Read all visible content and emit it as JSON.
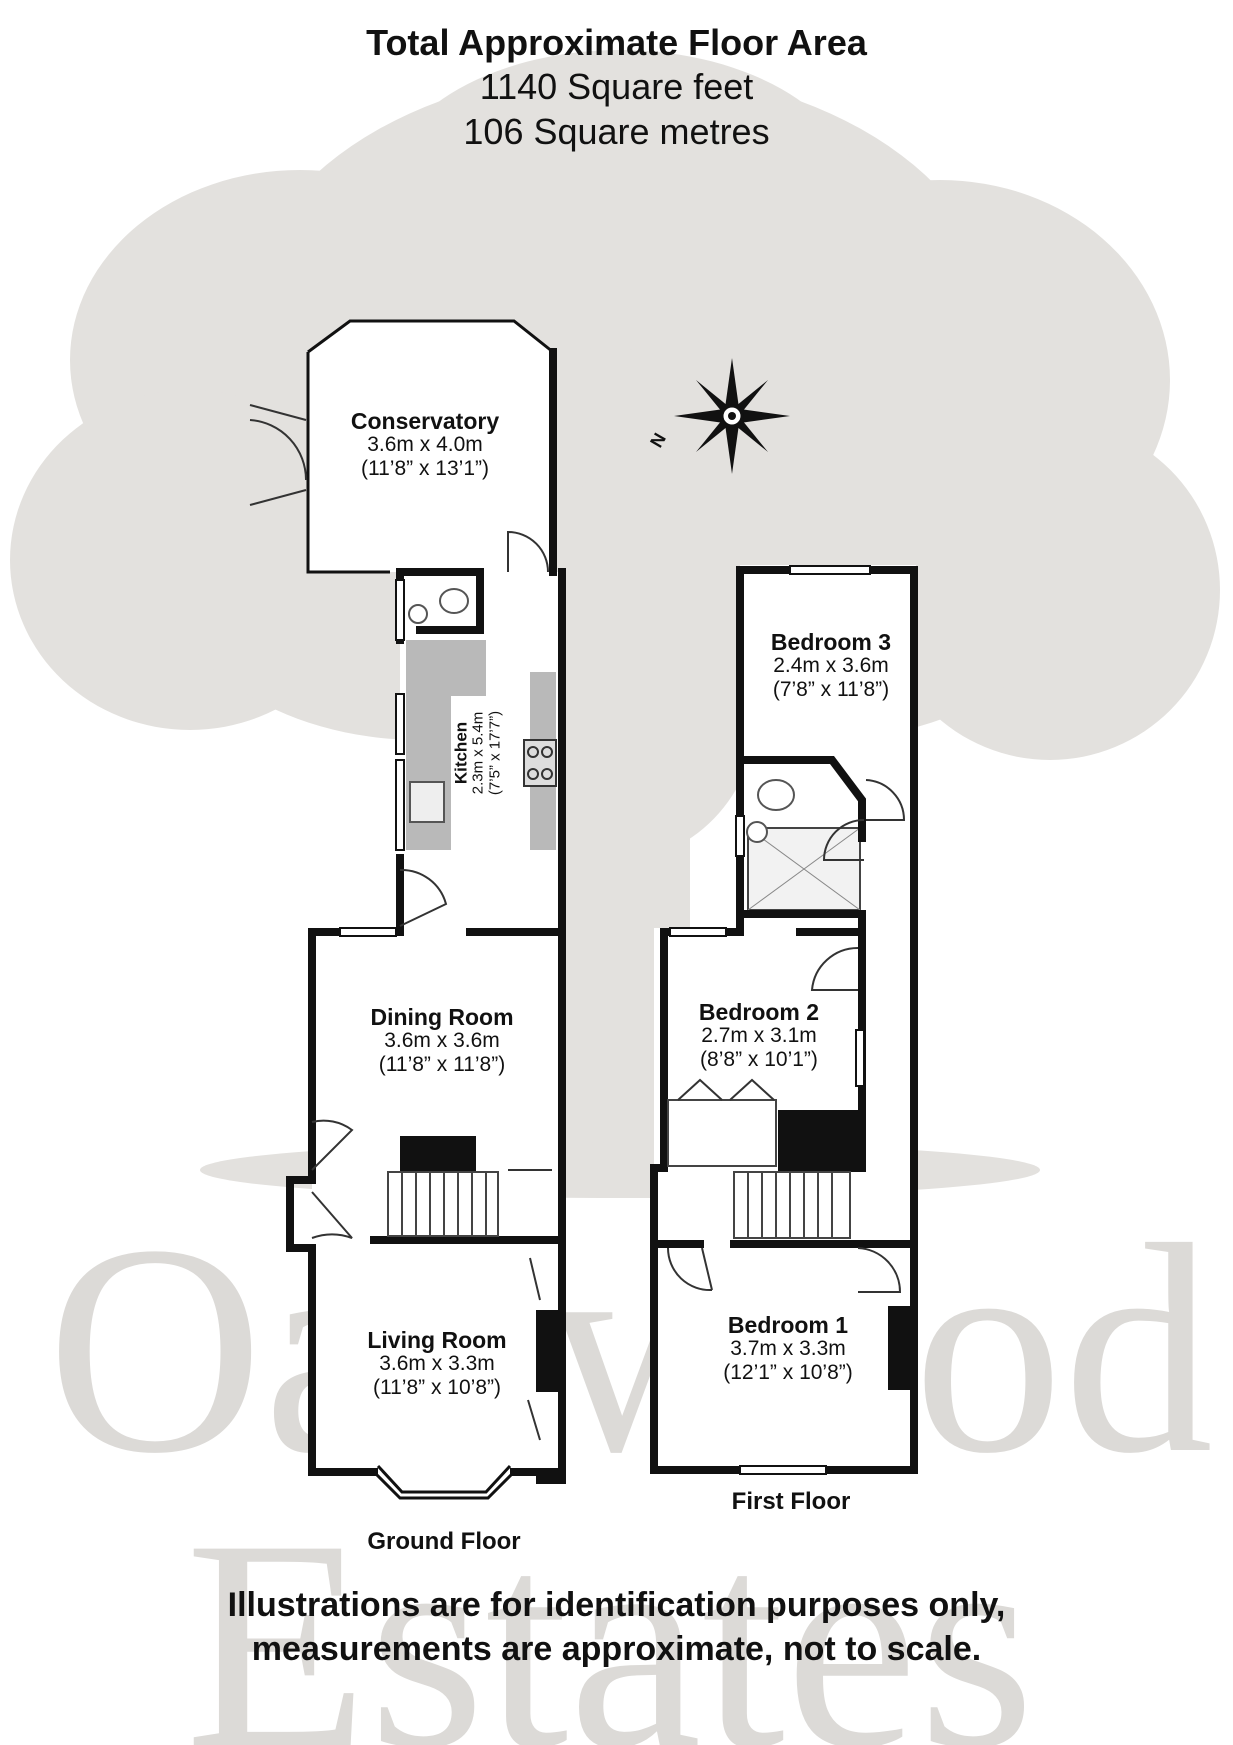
{
  "header": {
    "title": "Total Approximate Floor Area",
    "sqft": "1140 Square feet",
    "sqm": "106 Square metres"
  },
  "compass": {
    "north_label": "N"
  },
  "ground_floor": {
    "label": "Ground Floor",
    "rooms": [
      {
        "name": "Conservatory",
        "metric": "3.6m x 4.0m",
        "imperial": "(11’8” x 13’1”)"
      },
      {
        "name": "Kitchen",
        "metric": "2.3m x 5.4m",
        "imperial": "(7’5” x 17’7”)"
      },
      {
        "name": "Dining Room",
        "metric": "3.6m x 3.6m",
        "imperial": "(11’8” x 11’8”)"
      },
      {
        "name": "Living Room",
        "metric": "3.6m x 3.3m",
        "imperial": "(11’8” x 10’8”)"
      }
    ]
  },
  "first_floor": {
    "label": "First Floor",
    "rooms": [
      {
        "name": "Bedroom 3",
        "metric": "2.4m x 3.6m",
        "imperial": "(7’8” x 11’8”)"
      },
      {
        "name": "Bedroom 2",
        "metric": "2.7m x 3.1m",
        "imperial": "(8’8” x 10’1”)"
      },
      {
        "name": "Bedroom 1",
        "metric": "3.7m x 3.3m",
        "imperial": "(12’1” x 10’8”)"
      }
    ]
  },
  "watermark": {
    "line1": "Oakwood",
    "line2": "Estates"
  },
  "disclaimer": {
    "line1": "Illustrations are for identification purposes only,",
    "line2": "measurements are approximate, not to scale."
  },
  "colors": {
    "wall": "#111111",
    "tree": "#e3e1de",
    "fixture": "#b9b9b9",
    "watermark": "#dcdad7"
  }
}
